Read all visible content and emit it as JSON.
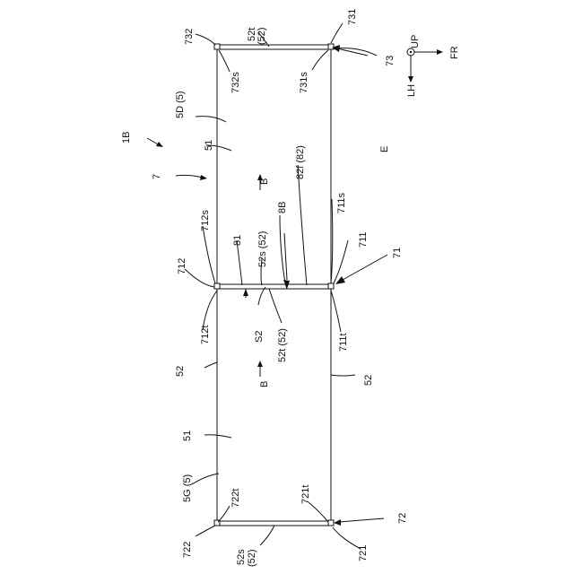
{
  "labels": {
    "n732": "732",
    "n731": "731",
    "n52t_top": "52t",
    "n52_top": "(52)",
    "n732s": "732s",
    "n731s": "731s",
    "n73": "73",
    "up": "UP",
    "fr": "FR",
    "lh": "LH",
    "n5d": "5D (5)",
    "n1b": "1B",
    "n51_top": "51",
    "e": "E",
    "n7": "7",
    "b_top": "B",
    "n82f": "82f (82)",
    "n8b": "8B",
    "n711s": "711s",
    "n712s": "712s",
    "n81": "81",
    "n52s52_mid": "52s (52)",
    "n711": "711",
    "n71": "71",
    "n712": "712",
    "n712t": "712t",
    "s2": "S2",
    "n52t52_mid": "52t (52)",
    "n711t": "711t",
    "n52_left": "52",
    "b_bot": "B",
    "n52_right": "52",
    "n51_bot": "51",
    "n5g": "5G (5)",
    "n722t": "722t",
    "n721t": "721t",
    "n72": "72",
    "n722": "722",
    "n52s_bot": "52s",
    "n52_bot": "(52)",
    "n721": "721"
  }
}
